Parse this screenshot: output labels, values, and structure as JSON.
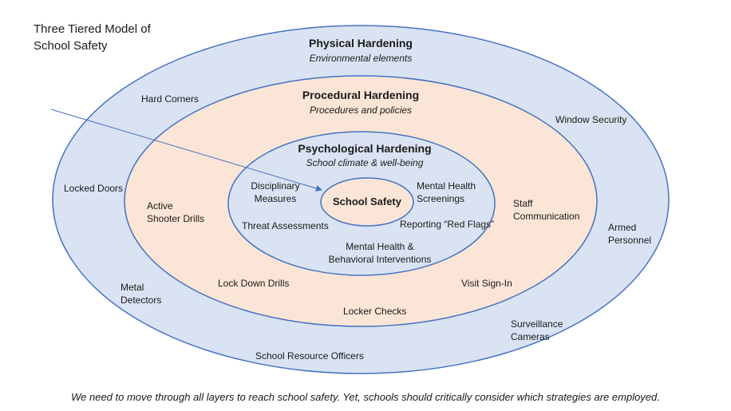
{
  "title": "Three Tiered Model of\nSchool Safety",
  "layers": {
    "physical": {
      "heading": "Physical Hardening",
      "subheading": "Environmental elements",
      "items": {
        "hard_corners": "Hard Corners",
        "window_security": "Window Security",
        "locked_doors": "Locked Doors",
        "armed_personnel": "Armed\nPersonnel",
        "metal_detectors": "Metal\nDetectors",
        "surveillance_cameras": "Surveillance\nCameras",
        "school_resource_officers": "School Resource Officers"
      }
    },
    "procedural": {
      "heading": "Procedural Hardening",
      "subheading": "Procedures and policies",
      "items": {
        "active_shooter_drills": "Active\nShooter Drills",
        "staff_communication": "Staff\nCommunication",
        "lock_down_drills": "Lock Down Drills",
        "visit_sign_in": "Visit Sign-In",
        "locker_checks": "Locker Checks"
      }
    },
    "psychological": {
      "heading": "Psychological Hardening",
      "subheading": "School climate & well-being",
      "items": {
        "disciplinary_measures": "Disciplinary\nMeasures",
        "mental_health_screenings": "Mental Health\nScreenings",
        "threat_assessments": "Threat Assessments",
        "reporting_red_flags": "Reporting “Red Flags”",
        "mental_health_interventions": "Mental Health &\nBehavioral Interventions"
      }
    }
  },
  "core": "School Safety",
  "caption": "We need to move through all layers to reach school safety. Yet, schools should critically consider which strategies are employed.",
  "colors": {
    "outer_fill": "#dae3f3",
    "middle_fill": "#fbe5d6",
    "inner_fill": "#dae3f3",
    "core_fill": "#fbe5d6",
    "stroke": "#4472c4"
  }
}
